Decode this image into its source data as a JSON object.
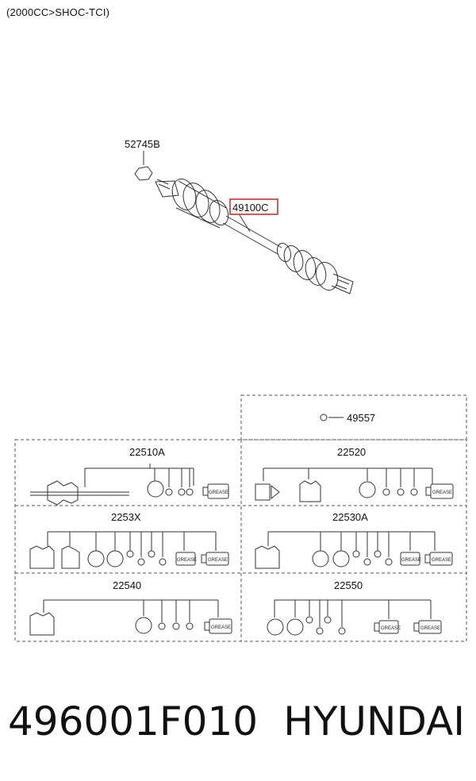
{
  "header": {
    "variant": "(2000CC>SHOC-TCI)"
  },
  "callouts": {
    "nut": "52745B",
    "shaft_assembly": "49100C",
    "small_part": "49557"
  },
  "kits": [
    {
      "code": "22510A"
    },
    {
      "code": "22520"
    },
    {
      "code": "2253X"
    },
    {
      "code": "22530A"
    },
    {
      "code": "22540"
    },
    {
      "code": "22550"
    }
  ],
  "grease_label": "GREASE",
  "footer": {
    "part_number": "496001F010",
    "brand": "HYUNDAI"
  },
  "colors": {
    "highlight": "#cc2222",
    "line": "#333333",
    "dash": "#555555"
  }
}
